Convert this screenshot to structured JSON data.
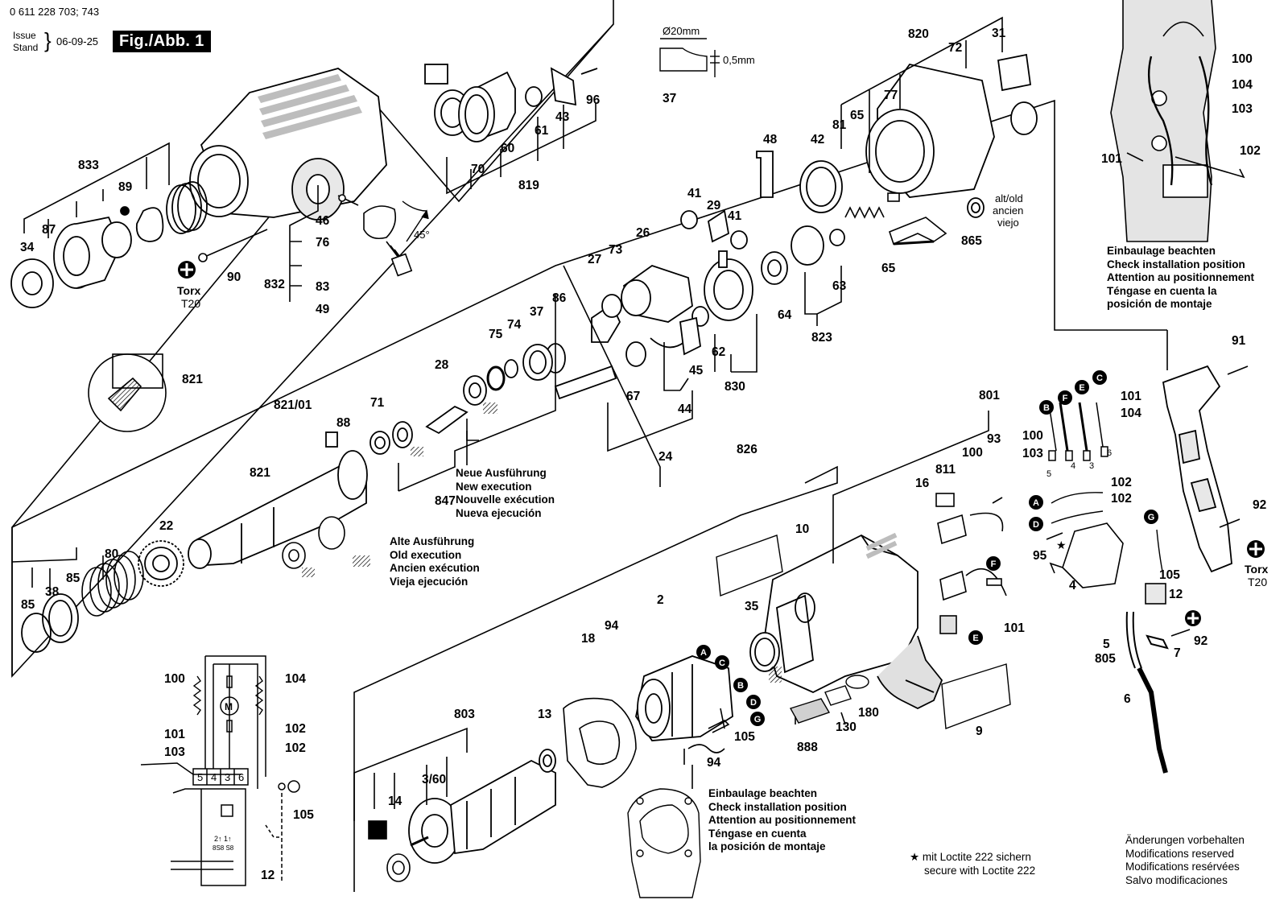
{
  "header": {
    "doc_number": "0 611 228 703; 743",
    "issue_label": "Issue",
    "stand_label": "Stand",
    "issue_date": "06-09-25",
    "figure_label": "Fig./Abb. 1"
  },
  "dimension_callout": {
    "diameter": "Ø20mm",
    "offset": "0,5mm"
  },
  "angle_label": "45°",
  "torx": [
    {
      "label": "Torx",
      "size": "T20"
    },
    {
      "label": "Torx",
      "size": "T20"
    }
  ],
  "alt_old_note": {
    "line1": "alt/old",
    "line2": "ancien",
    "line3": "viejo"
  },
  "notes": {
    "install_position_top": [
      "Einbaulage beachten",
      "Check installation position",
      "Attention au positionnement",
      "Téngase en cuenta la",
      "posición de montaje"
    ],
    "install_position_bottom": [
      "Einbaulage beachten",
      "Check installation position",
      "Attention au positionnement",
      "Téngase en cuenta",
      "la posición de montaje"
    ],
    "new_execution": [
      "Neue Ausführung",
      "New execution",
      "Nouvelle exécution",
      "Nueva ejecución"
    ],
    "old_execution": [
      "Alte Ausführung",
      "Old execution",
      "Ancien exécution",
      "Vieja ejecución"
    ],
    "loctite": [
      "mit Loctite 222 sichern",
      "secure with Loctite 222"
    ],
    "loctite_star": "★",
    "modifications": [
      "Änderungen vorbehalten",
      "Modifications reserved",
      "Modifications resérvées",
      "Salvo modificaciones"
    ]
  },
  "wiring_terminals": [
    "5",
    "4",
    "3",
    "6"
  ],
  "wiring_small": [
    "5",
    "4",
    "3",
    "6"
  ],
  "wiring_motor": "M",
  "switch_labels": {
    "top": "2↑ 1↑",
    "bottom": "8S8 S8"
  },
  "letter_markers": [
    "A",
    "B",
    "C",
    "D",
    "E",
    "F",
    "G"
  ],
  "part_numbers": {
    "p833": "833",
    "p87": "87",
    "p89": "89",
    "p34": "34",
    "p90": "90",
    "p46": "46",
    "p76": "76",
    "p832": "832",
    "p83": "83",
    "p49": "49",
    "p70": "70",
    "p60": "60",
    "p61": "61",
    "p43": "43",
    "p96": "96",
    "p819": "819",
    "p37a": "37",
    "p48": "48",
    "p42": "42",
    "p81": "81",
    "p65a": "65",
    "p77": "77",
    "p820": "820",
    "p72": "72",
    "p31": "31",
    "p865": "865",
    "p65b": "65",
    "p41a": "41",
    "p29": "29",
    "p41b": "41",
    "p26": "26",
    "p27": "27",
    "p73": "73",
    "p64": "64",
    "p63": "63",
    "p823": "823",
    "p62": "62",
    "p830": "830",
    "p45": "45",
    "p44": "44",
    "p67": "67",
    "p24": "24",
    "p826": "826",
    "p86": "86",
    "p37b": "37",
    "p74": "74",
    "p75": "75",
    "p28": "28",
    "p71": "71",
    "p88": "88",
    "p82101": "821/01",
    "p821a": "821",
    "p821b": "821",
    "p847": "847",
    "p22": "22",
    "p80": "80",
    "p85a": "85",
    "p38": "38",
    "p85b": "85",
    "p100a": "100",
    "p104a": "104",
    "p103a": "103",
    "p101a": "101",
    "p102a": "102",
    "p91": "91",
    "p92a": "92",
    "p801": "801",
    "p101b": "101",
    "p104b": "104",
    "p100b": "100",
    "p103b": "103",
    "p93": "93",
    "p811": "811",
    "p16": "16",
    "p100c": "100",
    "p102b": "102",
    "p102c": "102",
    "p95": "95",
    "p105a": "105",
    "p4": "4",
    "p12a": "12",
    "p7": "7",
    "p92b": "92",
    "p5": "5",
    "p805": "805",
    "p6": "6",
    "p10": "10",
    "p35": "35",
    "p101c": "101",
    "p2": "2",
    "p18": "18",
    "p94a": "94",
    "p94b": "94",
    "p105b": "105",
    "p888": "888",
    "p130": "130",
    "p180": "180",
    "p9": "9",
    "p803": "803",
    "p13": "13",
    "p360": "3/60",
    "p14": "14",
    "p100d": "100",
    "p104c": "104",
    "p101d": "101",
    "p103c": "103",
    "p102d": "102",
    "p102e": "102",
    "p105c": "105",
    "p12b": "12"
  },
  "colors": {
    "ink": "#000000",
    "paper": "#ffffff",
    "shade": "#d8d8d8",
    "mid": "#9a9a9a"
  }
}
